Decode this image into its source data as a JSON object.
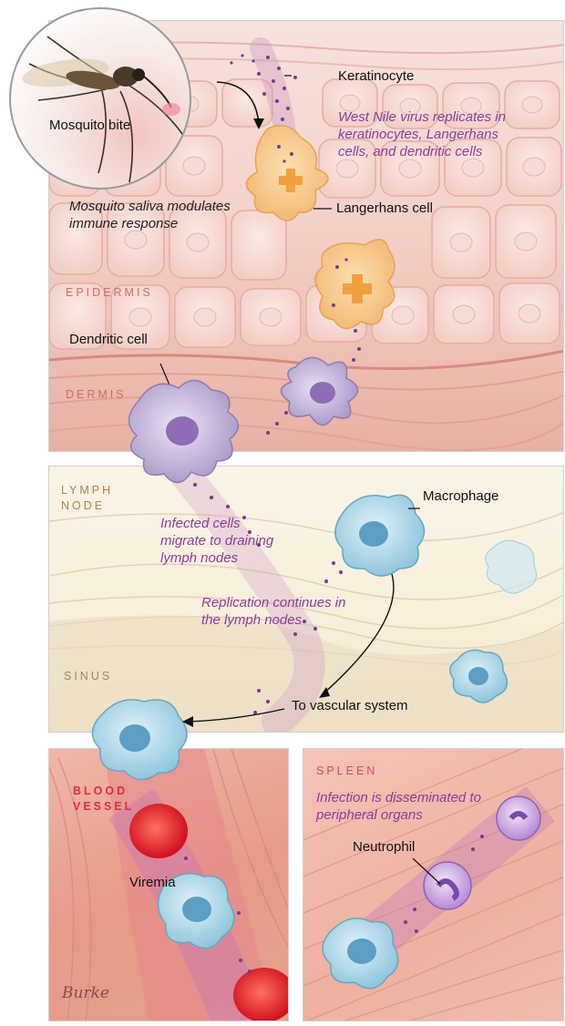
{
  "labels": {
    "keratinocyte": "Keratinocyte",
    "mosquito_bite": "Mosquito bite",
    "langerhans_cell": "Langerhans cell",
    "dendritic_cell": "Dendritic cell",
    "macrophage": "Macrophage",
    "to_vascular_system": "To vascular system",
    "viremia": "Viremia",
    "neutrophil": "Neutrophil"
  },
  "notes": {
    "west_nile_line1": "West Nile virus replicates in",
    "west_nile_line2": "keratinocytes, Langerhans",
    "west_nile_line3": "cells, and dendritic cells",
    "saliva_line1": "Mosquito saliva modulates",
    "saliva_line2": "immune response",
    "infected_line1": "Infected cells",
    "infected_line2": "migrate to draining",
    "infected_line3": "lymph nodes",
    "replication_line1": "Replication continues in",
    "replication_line2": "the lymph nodes",
    "disseminated_line1": "Infection is disseminated to",
    "disseminated_line2": "peripheral organs"
  },
  "regions": {
    "epidermis": "EPIDERMIS",
    "dermis": "DERMIS",
    "lymph_line1": "LYMPH",
    "lymph_line2": "NODE",
    "sinus": "SINUS",
    "blood_line1": "BLOOD",
    "blood_line2": "VESSEL",
    "spleen": "SPLEEN"
  },
  "signature": "Burke",
  "colors": {
    "virus_purple": "#8a3c9e",
    "macrophage_blue": "#8fc6dc",
    "langerhans_orange": "#f3c27a",
    "red_cell": "#e0202c",
    "dendritic_violet": "#b9a2cf"
  }
}
